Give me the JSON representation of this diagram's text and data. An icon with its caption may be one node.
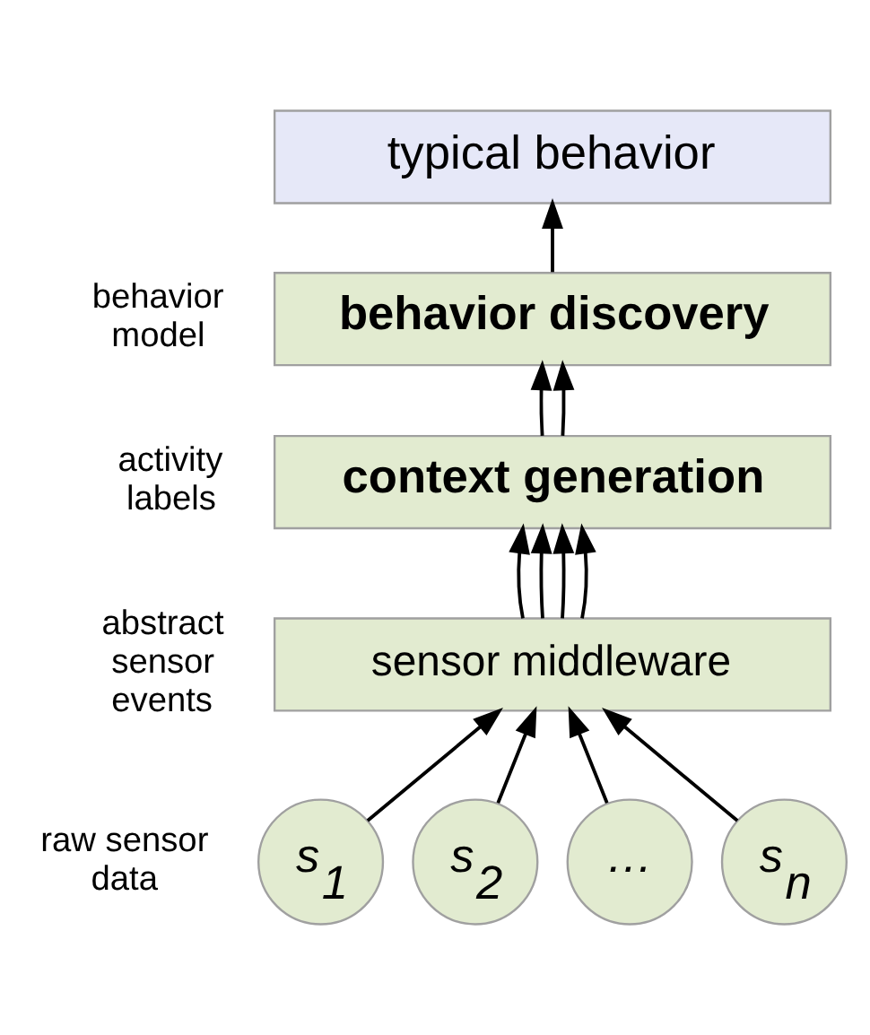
{
  "diagram": {
    "nodes": [
      {
        "text": [
          "typical behavior"
        ]
      },
      {
        "text": [
          "behavior discovery"
        ]
      },
      {
        "text": [
          "context generation"
        ]
      },
      {
        "text": [
          "sensor middleware"
        ]
      },
      {
        "text": [
          "s$_{1}$"
        ]
      },
      {
        "text": [
          "s$_{2}$"
        ]
      },
      {
        "text": [
          "…"
        ]
      },
      {
        "text": [
          "s$_{n}$"
        ]
      }
    ],
    "edges": [
      {
        "from": 1,
        "to": 0,
        "arrow": "to"
      },
      {
        "from": 2,
        "to": 1,
        "arrow": "to"
      },
      {
        "from": 2,
        "to": 1,
        "arrow": "to"
      },
      {
        "from": 3,
        "to": 2,
        "arrow": "to"
      },
      {
        "from": 3,
        "to": 2,
        "arrow": "to"
      },
      {
        "from": 3,
        "to": 2,
        "arrow": "to"
      },
      {
        "from": 3,
        "to": 2,
        "arrow": "to"
      },
      {
        "from": 4,
        "to": 3,
        "arrow": "to"
      },
      {
        "from": 5,
        "to": 3,
        "arrow": "to"
      },
      {
        "from": 6,
        "to": 3,
        "arrow": "to"
      },
      {
        "from": 7,
        "to": 3,
        "arrow": "to"
      }
    ],
    "labels": [
      "behavior model",
      "activity labels",
      "abstract sensor events",
      "raw sensor data"
    ]
  }
}
